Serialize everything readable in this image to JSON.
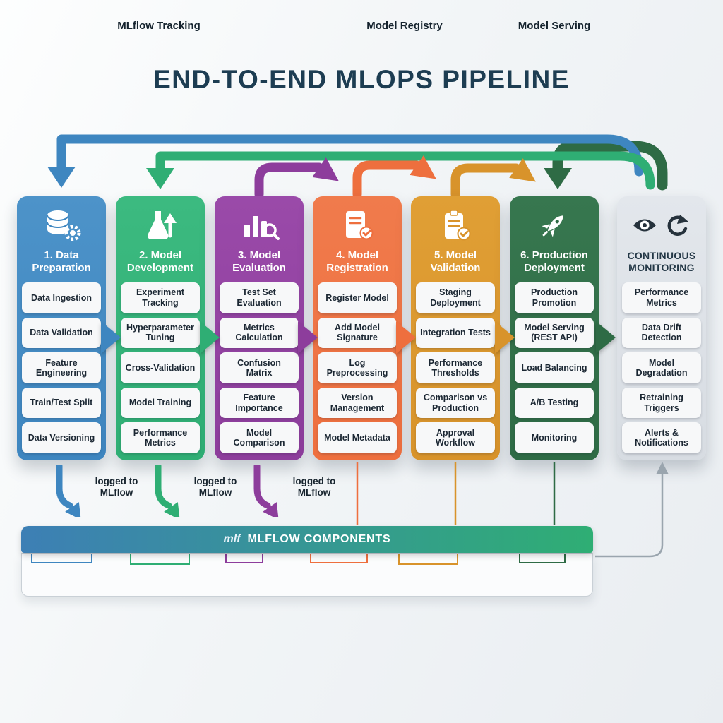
{
  "title": "END-TO-END MLOPS PIPELINE",
  "colors": {
    "stage1_blue": "#3e86c0",
    "stage2_green": "#2fae74",
    "stage3_purple": "#8d3d9c",
    "stage4_orange": "#ee6f3e",
    "stage5_amber": "#d8932b",
    "stage6_dark_green": "#2e6b45",
    "stage7_gray": "#d7dce2",
    "title_text": "#1d3d52",
    "banner_gradient_start": "#3d7fb5",
    "banner_gradient_end": "#2fae74"
  },
  "stages": [
    {
      "label": "1. Data Preparation",
      "color": "#3e86c0",
      "icon": "database-gear-icon",
      "items": [
        "Data Ingestion",
        "Data Validation",
        "Feature Engineering",
        "Train/Test Split",
        "Data Versioning"
      ]
    },
    {
      "label": "2. Model Development",
      "color": "#2fae74",
      "icon": "experiment-flask-icon",
      "items": [
        "Experiment Tracking",
        "Hyperparameter Tuning",
        "Cross-Validation",
        "Model Training",
        "Performance Metrics"
      ]
    },
    {
      "label": "3. Model Evaluation",
      "color": "#8d3d9c",
      "icon": "bar-chart-magnifier-icon",
      "items": [
        "Test Set Evaluation",
        "Metrics Calculation",
        "Confusion Matrix",
        "Feature Importance",
        "Model Comparison"
      ]
    },
    {
      "label": "4. Model Registration",
      "color": "#ee6f3e",
      "icon": "journal-check-icon",
      "items": [
        "Register Model",
        "Add Model Signature",
        "Log Preprocessing",
        "Version Management",
        "Model Metadata"
      ]
    },
    {
      "label": "5. Model Validation",
      "color": "#d8932b",
      "icon": "clipboard-check-icon",
      "items": [
        "Staging Deployment",
        "Integration Tests",
        "Performance Thresholds",
        "Comparison vs Production",
        "Approval Workflow"
      ]
    },
    {
      "label": "6. Production Deployment",
      "color": "#2e6b45",
      "icon": "rocket-icon",
      "items": [
        "Production Promotion",
        "Model Serving (REST API)",
        "Load Balancing",
        "A/B Testing",
        "Monitoring"
      ]
    },
    {
      "label": "CONTINUOUS MONITORING",
      "color": "#d7dce2",
      "icon": "eye-refresh-icon",
      "items": [
        "Performance Metrics",
        "Data Drift Detection",
        "Model Degradation",
        "Retraining Triggers",
        "Alerts & Notifications"
      ]
    }
  ],
  "logged_notes": [
    {
      "text": "logged to MLflow"
    },
    {
      "text": "logged to MLflow"
    },
    {
      "text": "logged to MLflow"
    }
  ],
  "mlflow_banner": {
    "logo": "mlf",
    "label": "MLFLOW COMPONENTS"
  },
  "mlflow_components": [
    {
      "label": "MLflow Tracking"
    },
    {
      "label": "Model Registry"
    },
    {
      "label": "Model Serving"
    }
  ]
}
